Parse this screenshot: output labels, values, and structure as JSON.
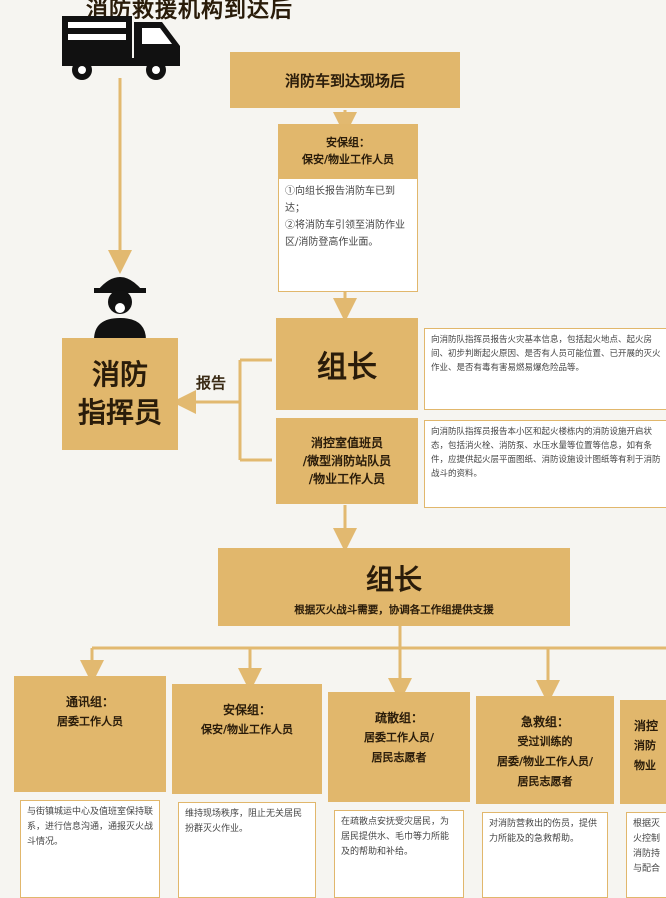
{
  "header_title": "消防救援机构到达后",
  "arrival_banner": "消防车到达现场后",
  "security_group_top": {
    "title": "安保组：",
    "members": "保安/物业工作人员",
    "step1": "①向组长报告消防车已到达；",
    "step2": "②将消防车引领至消防作业区/消防登高作业面。"
  },
  "commander": {
    "line1": "消防",
    "line2": "指挥员"
  },
  "report_label": "报告",
  "leader_box": {
    "title": "组长"
  },
  "leader_note": "向消防队指挥员报告火灾基本信息，包括起火地点、起火房间、初步判断起火原因、是否有人员可能位置、已开展的灭火作业、是否有毒有害易燃易爆危险品等。",
  "control_room_box": {
    "line1": "消控室值班员",
    "line2": "/微型消防站队员",
    "line3": "/物业工作人员"
  },
  "control_room_note": "向消防队指挥员报告本小区和起火楼栋内的消防设施开启状态，包括消火栓、消防泵、水压水量等位置等信息，如有条件，应提供起火层平面图纸、消防设施设计图纸等有利于消防战斗的资料。",
  "leader_main": {
    "title": "组长",
    "subtitle": "根据灭火战斗需要，协调各工作组提供支援"
  },
  "groups": [
    {
      "title": "通讯组：",
      "members": [
        "居委工作人员"
      ],
      "note": "与街镇城运中心及值班室保持联系，进行信息沟通，通报灭火战斗情况。"
    },
    {
      "title": "安保组：",
      "members": [
        "保安/物业工作人员"
      ],
      "note": "维持现场秩序，阻止无关居民扮群灭火作业。"
    },
    {
      "title": "疏散组：",
      "members": [
        "居委工作人员/",
        "居民志愿者"
      ],
      "note": "在疏散点安抚受灾居民，为居民提供水、毛巾等力所能及的帮助和补给。"
    },
    {
      "title": "急救组：",
      "members": [
        "受过训练的",
        "居委/物业工作人员/",
        "居民志愿者"
      ],
      "note": "对消防营救出的伤员，提供力所能及的急救帮助。"
    },
    {
      "title": "消控",
      "members": [
        "消防",
        "物业"
      ],
      "note": "根据灭火控制消防持与配合"
    }
  ],
  "colors": {
    "accent": "#e1b76c",
    "arrow": "#e2b970",
    "background": "#f6f5f1"
  }
}
